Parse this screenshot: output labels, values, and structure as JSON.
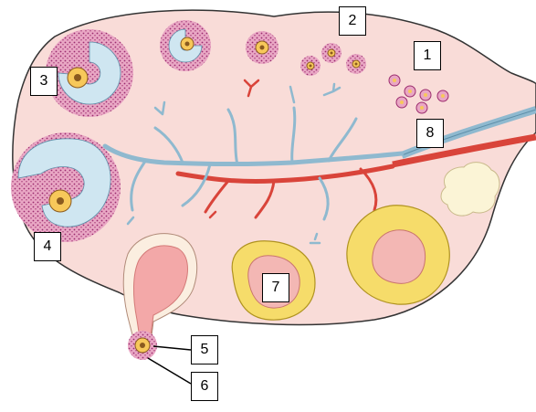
{
  "labels": {
    "l1": "1",
    "l2": "2",
    "l3": "3",
    "l4": "4",
    "l5": "5",
    "l6": "6",
    "l7": "7",
    "l8": "8"
  },
  "colors": {
    "stroma": "#f9dcd8",
    "stroma_outline": "#333333",
    "granulosa": "#e9a7c4",
    "granulosa_dots": "#9c2c6f",
    "antrum": "#cfe6f1",
    "oocyte": "#f7c85a",
    "nucleus": "#8a5a1f",
    "corpus_luteum": "#f6dc6a",
    "corpus_luteum_core": "#f3b7b4",
    "corpus_albicans": "#fbf4d6",
    "vein": "#8fb9cf",
    "artery": "#d9443a",
    "ovulating_follicle": "#f3a8a8"
  },
  "icons": [
    "primordial-follicle-icon",
    "primary-follicle-icon",
    "secondary-follicle-icon",
    "mature-follicle-icon",
    "ovulated-oocyte-icon",
    "corpus-luteum-icon",
    "corpus-albicans-icon",
    "blood-vessels-icon"
  ]
}
